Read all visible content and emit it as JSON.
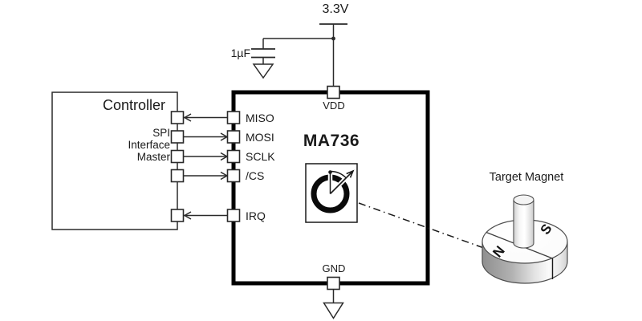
{
  "power": {
    "supply": "3.3V",
    "capacitor": "1µF"
  },
  "controller": {
    "title": "Controller",
    "role_lines": [
      "SPI",
      "Interface",
      "Master"
    ]
  },
  "chip": {
    "name": "MA736",
    "vdd": "VDD",
    "gnd": "GND",
    "spi_pins": [
      {
        "label": "MISO",
        "direction": "to-controller"
      },
      {
        "label": "MOSI",
        "direction": "to-chip"
      },
      {
        "label": "SCLK",
        "direction": "to-chip"
      },
      {
        "label": "/CS",
        "direction": "to-chip"
      },
      {
        "label": "IRQ",
        "direction": "to-controller"
      }
    ]
  },
  "magnet": {
    "title": "Target Magnet",
    "north": "N",
    "south": "S"
  },
  "icons": {
    "sensor": "angle-sensor-dial-icon",
    "ground": "ground-triangle-icon",
    "power_rail": "supply-rail-icon"
  },
  "colors": {
    "line": "#2a2a2a",
    "chip_border": "#000000",
    "text": "#1a1a1a",
    "background": "#ffffff",
    "magnet_outline": "#4d4d4d"
  }
}
